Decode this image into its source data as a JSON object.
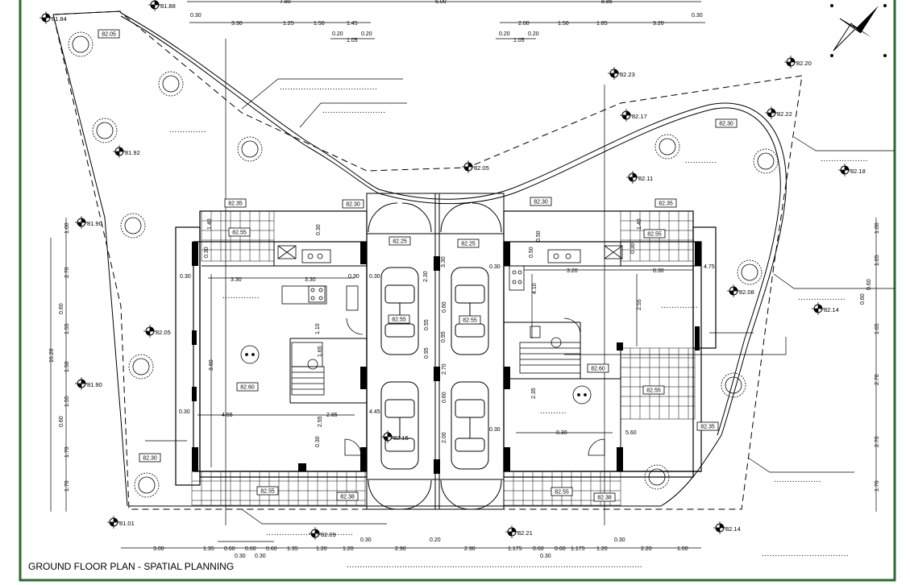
{
  "drawing": {
    "title": "GROUND FLOOR PLAN - SPATIAL PLANNING",
    "frame_color": "#2e6b2e"
  },
  "spot_levels": [
    {
      "label": "81.84"
    },
    {
      "label": "81.88"
    },
    {
      "label": "81.92"
    },
    {
      "label": "81.90"
    },
    {
      "label": "82.05"
    },
    {
      "label": "81.90"
    },
    {
      "label": "82.15"
    },
    {
      "label": "82.05"
    },
    {
      "label": "82.23"
    },
    {
      "label": "82.17"
    },
    {
      "label": "82.11"
    },
    {
      "label": "82.20"
    },
    {
      "label": "82.22"
    },
    {
      "label": "82.18"
    },
    {
      "label": "82.08"
    },
    {
      "label": "82.14"
    },
    {
      "label": "81.01"
    },
    {
      "label": "82.09"
    },
    {
      "label": "82.21"
    },
    {
      "label": "82.14"
    }
  ],
  "level_tags": [
    {
      "label": "82.05"
    },
    {
      "label": "82.35"
    },
    {
      "label": "82.30"
    },
    {
      "label": "82.55"
    },
    {
      "label": "82.25"
    },
    {
      "label": "82.25"
    },
    {
      "label": "82.30"
    },
    {
      "label": "82.35"
    },
    {
      "label": "82.55"
    },
    {
      "label": "82.30"
    },
    {
      "label": "82.60"
    },
    {
      "label": "82.55"
    },
    {
      "label": "82.55"
    },
    {
      "label": "82.60"
    },
    {
      "label": "82.55"
    },
    {
      "label": "82.35"
    },
    {
      "label": "82.30"
    },
    {
      "label": "82.55"
    },
    {
      "label": "82.38"
    },
    {
      "label": "82.55"
    },
    {
      "label": "82.38"
    }
  ],
  "top_dimensions": {
    "row1": [
      "7.80",
      "6.00",
      "8.85"
    ],
    "row2_left": [
      "0.30",
      "3.30",
      "1.25",
      "1.50",
      "1.45"
    ],
    "row2_right": [
      "2.00",
      "1.50",
      "1.85",
      "3.20",
      "0.30"
    ],
    "row3_left": [
      "0.20",
      "0.20",
      "1.05"
    ],
    "row3_right": [
      "0.20",
      "0.20",
      "1.05"
    ]
  },
  "bottom_dimensions": {
    "main": [
      "3.00",
      "1.35",
      "0.60",
      "0.60",
      "0.60",
      "1.35",
      "1.20",
      "1.20",
      "2.90",
      "2.90",
      "1.175",
      "0.60",
      "0.60",
      "1.175",
      "1.20",
      "2.20",
      "1.00"
    ],
    "top": [
      "0.30",
      "0.20",
      "0.30"
    ],
    "sub": [
      "0.30",
      "0.30",
      "0.30"
    ]
  },
  "left_dimensions": {
    "total": "16.20",
    "outer": [
      "1.70",
      "1.70",
      "1.55",
      "1.50",
      "1.55",
      "2.70",
      "1.00"
    ],
    "inner": [
      "0.60",
      "0.60"
    ]
  },
  "right_dimensions": {
    "outer": [
      "1.00",
      "1.65",
      "1.65",
      "2.70",
      "2.70",
      "1.70"
    ],
    "inner": [
      "0.60",
      "0.60"
    ]
  },
  "interior_dimensions": [
    {
      "label": "0.30"
    },
    {
      "label": "3.30"
    },
    {
      "label": "3.30"
    },
    {
      "label": "0.30"
    },
    {
      "label": "0.30"
    },
    {
      "label": "4.55"
    },
    {
      "label": "2.65"
    },
    {
      "label": "0.30"
    },
    {
      "label": "4.45"
    },
    {
      "label": "3.20"
    },
    {
      "label": "0.30"
    },
    {
      "label": "0.30"
    },
    {
      "label": "4.75"
    },
    {
      "label": "0.30"
    },
    {
      "label": "0.30"
    },
    {
      "label": "5.60"
    },
    {
      "label": "3.60"
    },
    {
      "label": "2.55"
    },
    {
      "label": "4.10"
    },
    {
      "label": "2.35"
    },
    {
      "label": "3.30"
    },
    {
      "label": "2.30"
    },
    {
      "label": "2.70"
    },
    {
      "label": "2.00"
    },
    {
      "label": "0.95"
    },
    {
      "label": "0.95"
    },
    {
      "label": "0.55"
    },
    {
      "label": "1.65"
    },
    {
      "label": "2.55"
    },
    {
      "label": "1.10"
    },
    {
      "label": "0.30"
    },
    {
      "label": "0.30"
    },
    {
      "label": "1.40"
    },
    {
      "label": "1.40"
    },
    {
      "label": "0.30"
    },
    {
      "label": "0.30"
    },
    {
      "label": "0.60"
    },
    {
      "label": "0.60"
    },
    {
      "label": "0.50"
    },
    {
      "label": "0.50"
    }
  ]
}
